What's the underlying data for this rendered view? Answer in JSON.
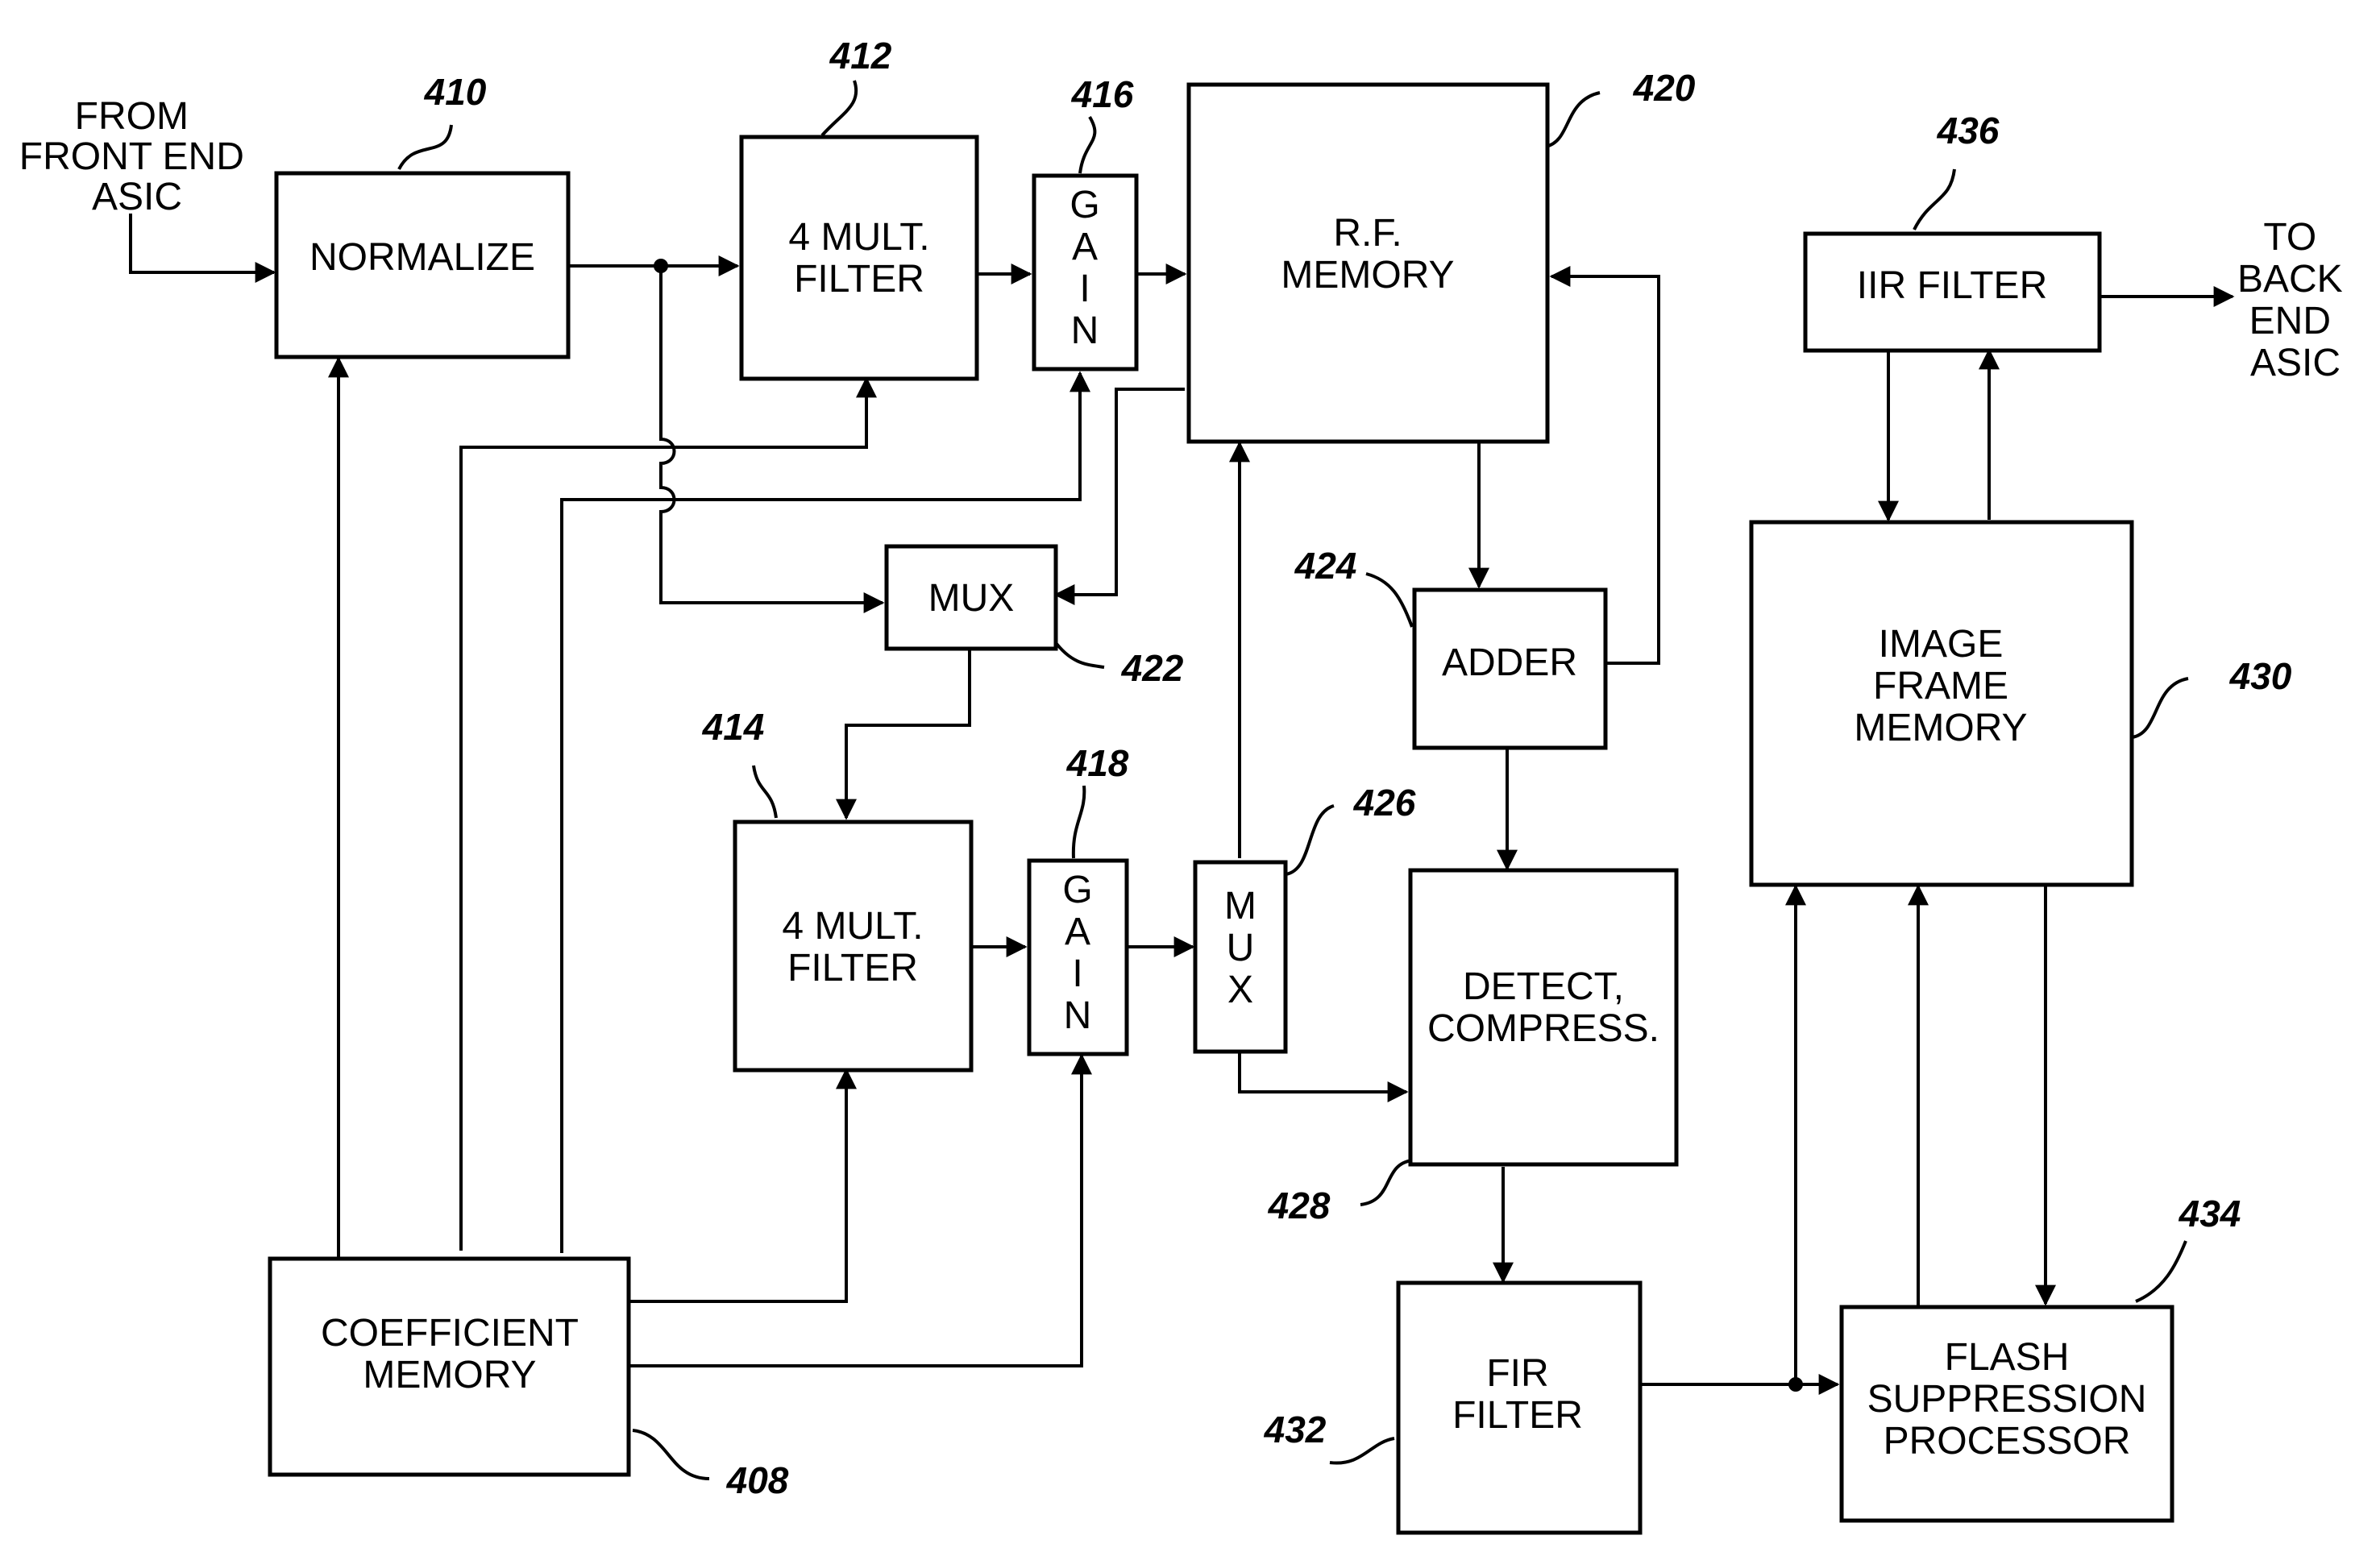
{
  "blocks": {
    "normalize": {
      "label": [
        "NORMALIZE"
      ],
      "ref": "410"
    },
    "filter_top": {
      "label": [
        "4 MULT.",
        "FILTER"
      ],
      "ref": "412"
    },
    "gain_top": {
      "label": [
        "G",
        "A",
        "I",
        "N"
      ],
      "ref": "416"
    },
    "rf_memory": {
      "label": [
        "R.F.",
        "MEMORY"
      ],
      "ref": "420"
    },
    "iir_filter": {
      "label": [
        "IIR FILTER"
      ],
      "ref": "436"
    },
    "mux_top": {
      "label": [
        "MUX"
      ],
      "ref": "422"
    },
    "adder": {
      "label": [
        "ADDER"
      ],
      "ref": "424"
    },
    "image_frame_memory": {
      "label": [
        "IMAGE",
        "FRAME",
        "MEMORY"
      ],
      "ref": "430"
    },
    "filter_bottom": {
      "label": [
        "4 MULT.",
        "FILTER"
      ],
      "ref": "414"
    },
    "gain_bottom": {
      "label": [
        "G",
        "A",
        "I",
        "N"
      ],
      "ref": "418"
    },
    "mux_bottom": {
      "label": [
        "M",
        "U",
        "X"
      ],
      "ref": "426"
    },
    "detect_compress": {
      "label": [
        "DETECT,",
        "COMPRESS."
      ],
      "ref": "428"
    },
    "coefficient_memory": {
      "label": [
        "COEFFICIENT",
        "MEMORY"
      ],
      "ref": "408"
    },
    "fir_filter": {
      "label": [
        "FIR",
        "FILTER"
      ],
      "ref": "432"
    },
    "flash_suppression": {
      "label": [
        "FLASH",
        "SUPPRESSION",
        "PROCESSOR"
      ],
      "ref": "434"
    }
  },
  "io": {
    "input": [
      "FROM",
      "FRONT END",
      "ASIC"
    ],
    "output": [
      "TO",
      "BACK",
      "END",
      "ASIC"
    ]
  }
}
